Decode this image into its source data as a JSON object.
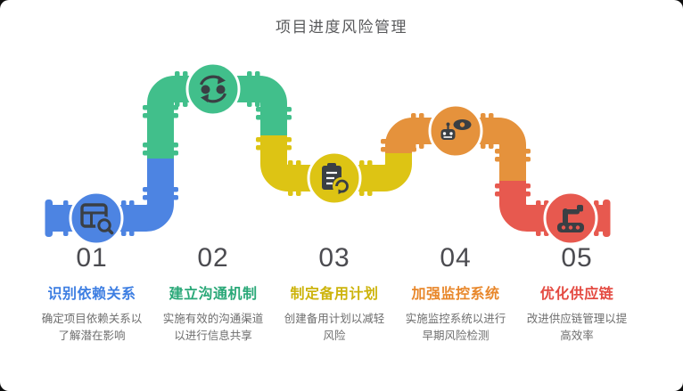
{
  "title": "项目进度风险管理",
  "colors": {
    "title_text": "#58595b",
    "number_text": "#4b4b50",
    "description_text": "#6e6e6e",
    "icon_dark": "#3a3f44"
  },
  "steps": [
    {
      "number": "01",
      "title": "识别依赖关系",
      "description": "确定项目依赖关系以了解潜在影响",
      "title_color": "#3d7ee2",
      "pipe_color": "#4d84e2",
      "icon": "table-search-icon"
    },
    {
      "number": "02",
      "title": "建立沟通机制",
      "description": "实施有效的沟通渠道以进行信息共享",
      "title_color": "#2aa878",
      "pipe_color": "#41bf8b",
      "icon": "people-sync-icon"
    },
    {
      "number": "03",
      "title": "制定备用计划",
      "description": "创建备用计划以减轻风险",
      "title_color": "#cdb40d",
      "pipe_color": "#ddc414",
      "icon": "clipboard-refresh-icon"
    },
    {
      "number": "04",
      "title": "加强监控系统",
      "description": "实施监控系统以进行早期风险检测",
      "title_color": "#e8872b",
      "pipe_color": "#e5923c",
      "icon": "eye-robot-icon"
    },
    {
      "number": "05",
      "title": "优化供应链",
      "description": "改进供应链管理以提高效率",
      "title_color": "#e44a41",
      "pipe_color": "#e7594f",
      "icon": "robot-arm-icon"
    }
  ]
}
